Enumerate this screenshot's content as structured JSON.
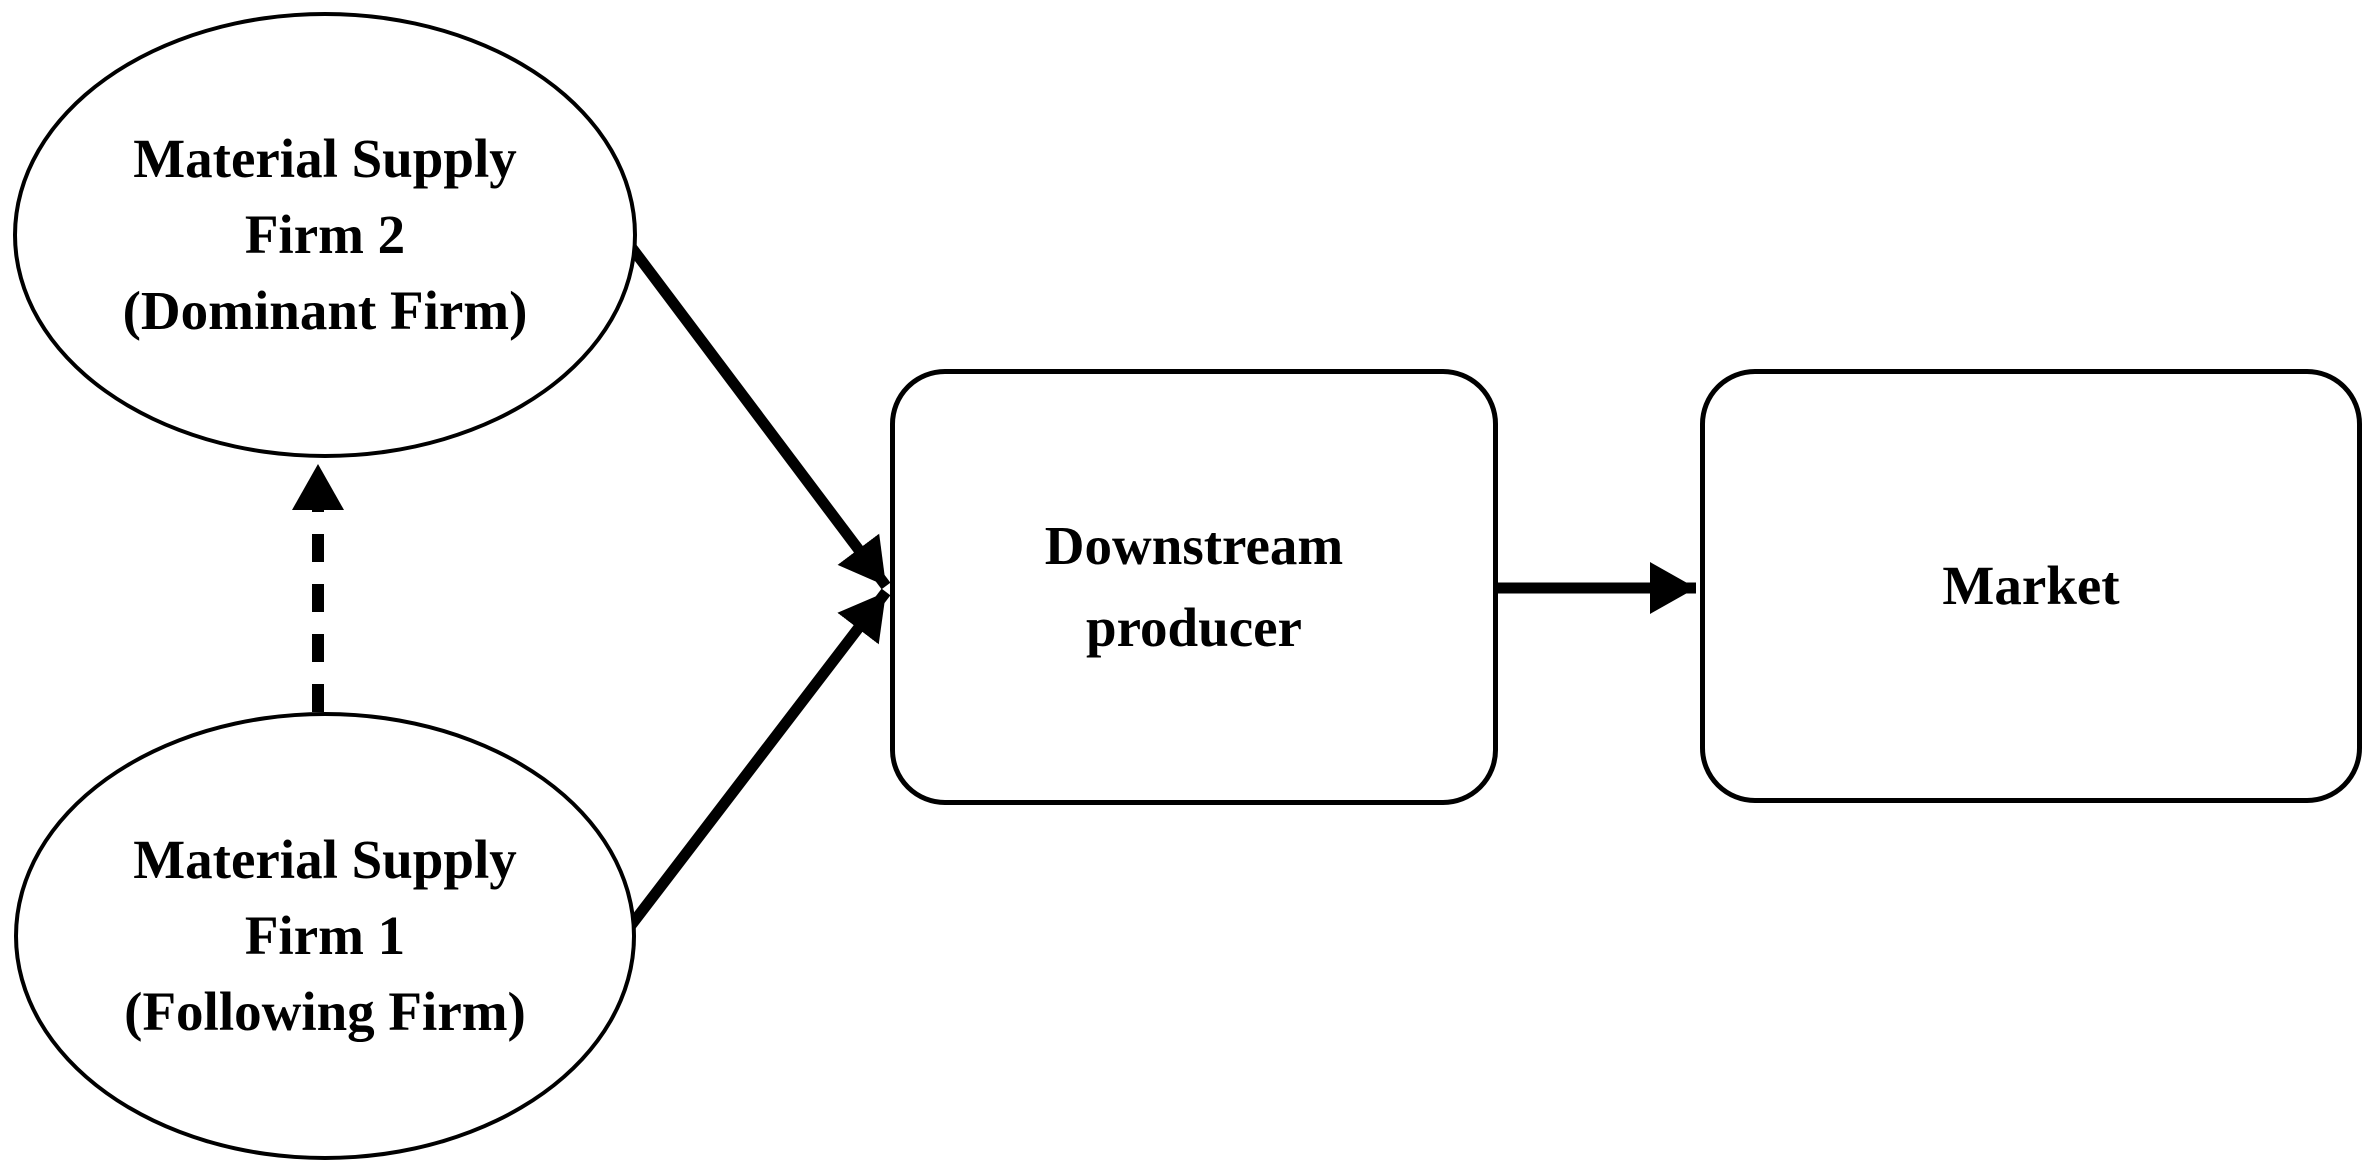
{
  "diagram": {
    "nodes": {
      "firm2": {
        "label": "Material Supply\nFirm 2\n(Dominant Firm)",
        "shape": "ellipse"
      },
      "firm1": {
        "label": "Material Supply\nFirm 1\n(Following Firm)",
        "shape": "ellipse"
      },
      "producer": {
        "label": "Downstream\nproducer",
        "shape": "rounded-rectangle"
      },
      "market": {
        "label": "Market",
        "shape": "rounded-rectangle"
      }
    },
    "edges": [
      {
        "from": "firm2",
        "to": "producer",
        "line": "solid",
        "head": "filled-arrow"
      },
      {
        "from": "firm1",
        "to": "producer",
        "line": "solid",
        "head": "filled-arrow"
      },
      {
        "from": "firm1",
        "to": "firm2",
        "line": "dashed",
        "head": "filled-arrow"
      },
      {
        "from": "producer",
        "to": "market",
        "line": "solid",
        "head": "filled-arrow"
      }
    ],
    "colors": {
      "stroke": "#000000",
      "fill": "#ffffff",
      "text": "#000000"
    }
  }
}
